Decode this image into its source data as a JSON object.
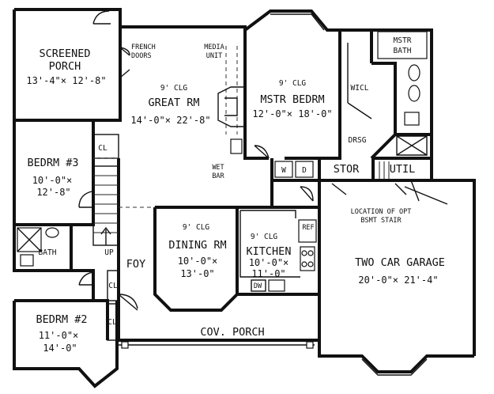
{
  "rooms": {
    "screened_porch": {
      "name_line1": "SCREENED",
      "name_line2": "PORCH",
      "dims": "13'-4\"× 12'-8\""
    },
    "great_room": {
      "clg": "9' CLG",
      "name": "GREAT RM",
      "dims": "14'-0\"× 22'-8\""
    },
    "master_bedroom": {
      "clg": "9' CLG",
      "name": "MSTR BEDRM",
      "dims": "12'-0\"× 18'-0\""
    },
    "bedroom_3": {
      "name": "BEDRM #3",
      "dims_line1": "10'-0\"×",
      "dims_line2": "12'-8\""
    },
    "dining_room": {
      "clg": "9' CLG",
      "name": "DINING RM",
      "dims_line1": "10'-0\"×",
      "dims_line2": "13'-0\""
    },
    "kitchen": {
      "clg": "9' CLG",
      "name": "KITCHEN",
      "dims_line1": "10'-0\"×",
      "dims_line2": "11'-0\""
    },
    "garage": {
      "name": "TWO CAR GARAGE",
      "dims": "20'-0\"× 21'-4\""
    },
    "bedroom_2": {
      "name": "BEDRM #2",
      "dims_line1": "11'-0\"×",
      "dims_line2": "14'-0\""
    },
    "covered_porch": {
      "name": "COV. PORCH"
    },
    "foyer": {
      "name": "FOY"
    }
  },
  "labels": {
    "french_doors_1": "FRENCH",
    "french_doors_2": "DOORS",
    "media_unit_1": "MEDIA",
    "media_unit_2": "UNIT",
    "wet_bar_1": "WET",
    "wet_bar_2": "BAR",
    "mstr_bath_1": "MSTR",
    "mstr_bath_2": "BATH",
    "wicl": "WICL",
    "drsg": "DRSG",
    "stor": "STOR",
    "util": "UTIL",
    "washer": "W",
    "dryer": "D",
    "closet_bed3": "CL",
    "closet_foyer": "CL",
    "closet_bed2": "CL",
    "bath": "BATH",
    "up": "UP",
    "refrigerator": "REF",
    "dishwasher": "DW",
    "bsmt_stair_1": "LOCATION OF OPT",
    "bsmt_stair_2": "BSMT STAIR"
  }
}
